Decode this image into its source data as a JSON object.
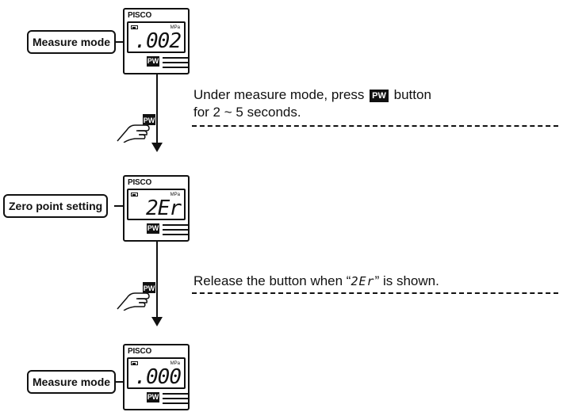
{
  "steps": [
    {
      "label": "Measure mode",
      "brand": "PISCO",
      "unit": "MPa",
      "display": ".002",
      "pw": "PW"
    },
    {
      "label": "Zero point setting",
      "brand": "PISCO",
      "unit": "MPa",
      "display": "2Er",
      "pw": "PW"
    },
    {
      "label": "Measure mode",
      "brand": "PISCO",
      "unit": "MPa",
      "display": ".000",
      "pw": "PW"
    }
  ],
  "instructions": {
    "step1": {
      "line1_pre": "Under measure mode, press",
      "pw": "PW",
      "line1_post": "button",
      "line2": "for 2 ~ 5 seconds."
    },
    "step2": {
      "pre": "Release the button when “",
      "code": "2Er",
      "post": "” is shown."
    }
  },
  "hand_button": "PW"
}
